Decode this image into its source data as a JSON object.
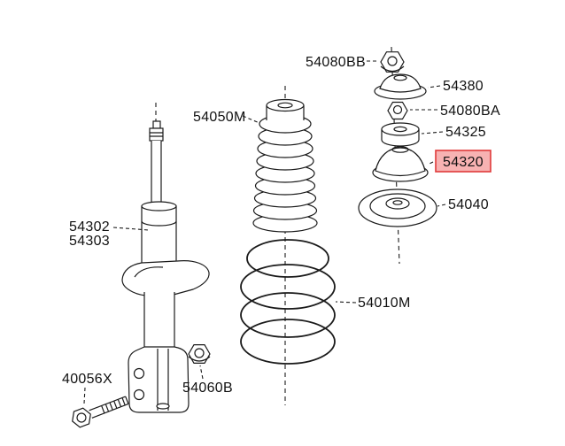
{
  "diagram": {
    "background": "#ffffff",
    "line_color": "#1a1a1a",
    "description": "Front strut and coil spring exploded parts diagram"
  },
  "highlight": {
    "part": "54320",
    "fill": "#f7b2b2",
    "border": "#e03a3a"
  },
  "labels": {
    "54080BB": "54080BB",
    "54380": "54380",
    "54050M": "54050M",
    "54080BA": "54080BA",
    "54325": "54325",
    "54320": "54320",
    "54040": "54040",
    "54302": "54302",
    "54303": "54303",
    "54010M": "54010M",
    "40056X": "40056X",
    "54060B": "54060B"
  }
}
